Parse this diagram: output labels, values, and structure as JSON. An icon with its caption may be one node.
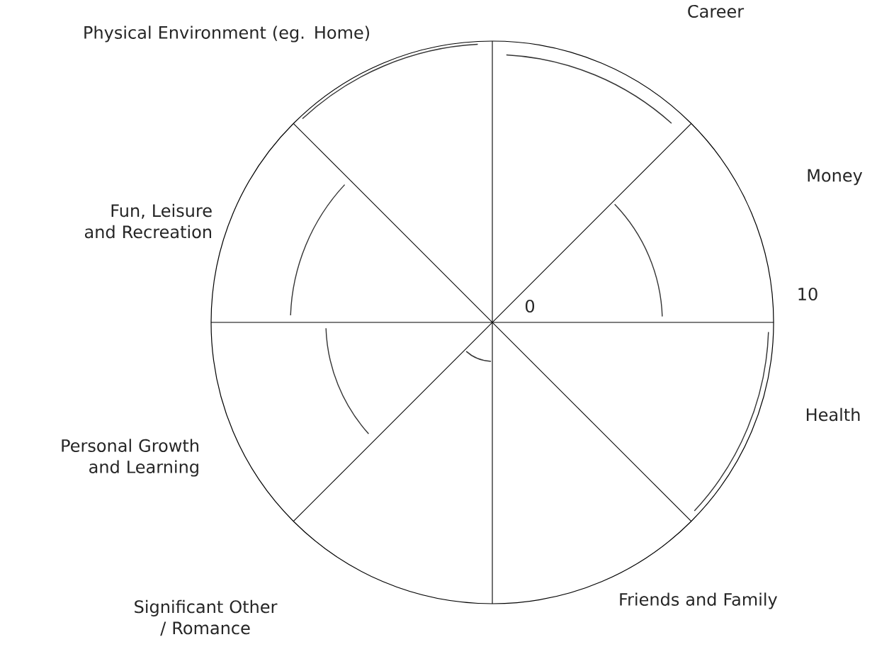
{
  "diagram": {
    "labels": [
      "Physical Environment (eg. Home)",
      "Career",
      "Money",
      "Fun, Leisure and Recreation",
      "10",
      "0",
      "Personal Growth and Learning",
      "Health",
      "Significant Other / Romance",
      "Friends and Family"
    ]
  }
}
